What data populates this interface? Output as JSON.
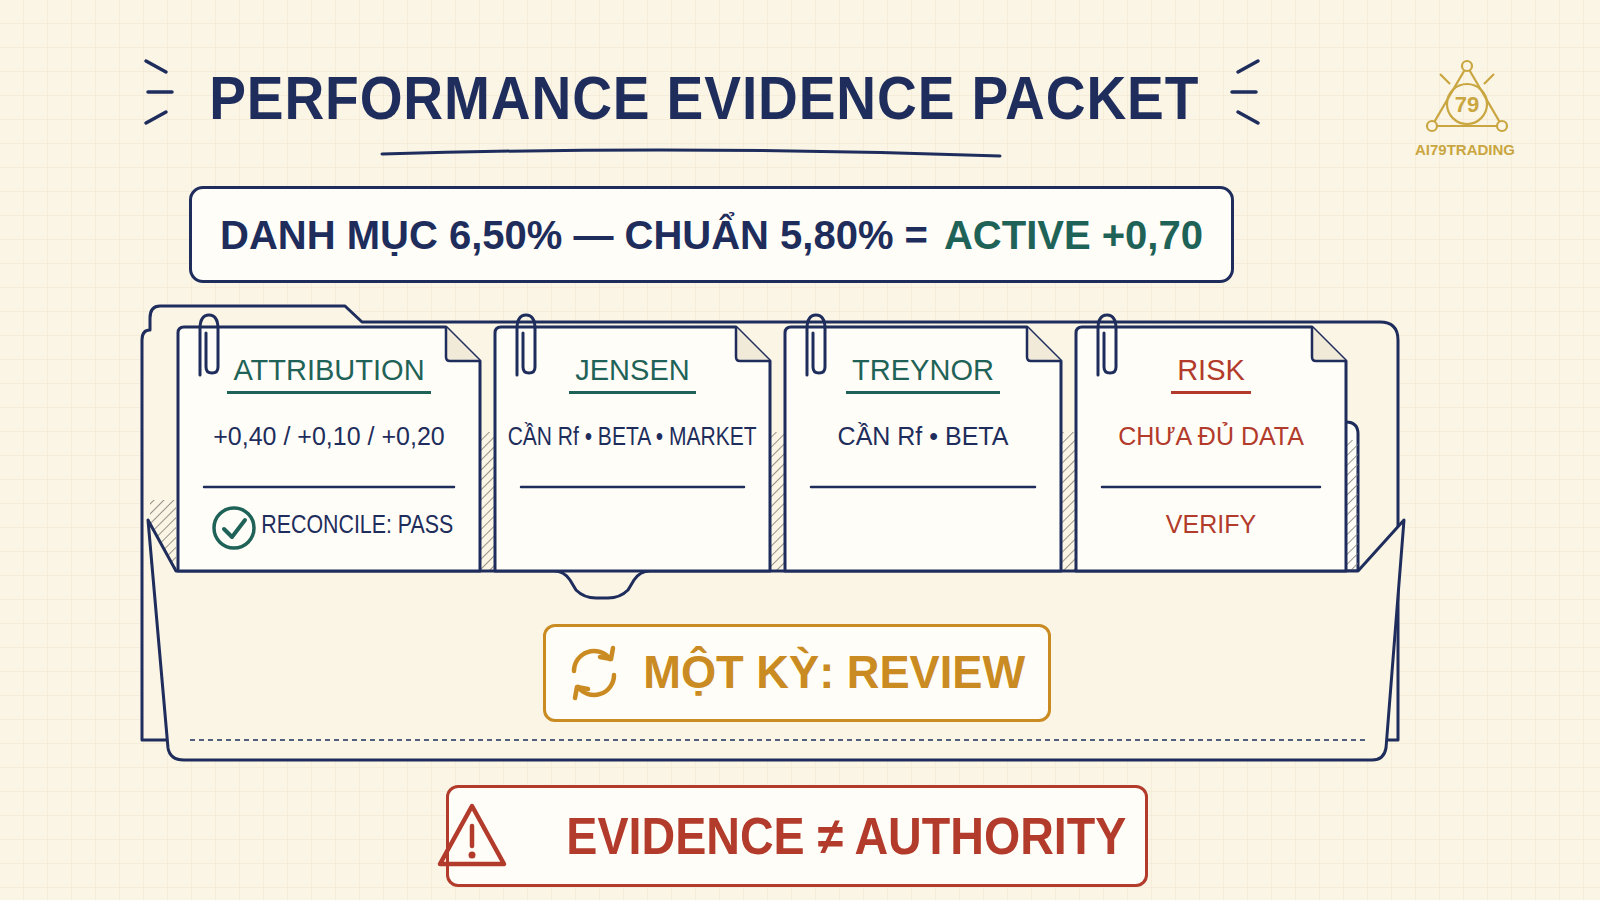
{
  "diagram": {
    "title": "PERFORMANCE EVIDENCE PACKET",
    "nodes": [
      {
        "text": [
          "DANH MỤC 6,50% — CHUẨN 5,80% =",
          "ACTIVE +0,70"
        ]
      },
      {
        "text": [
          "ATTRIBUTION",
          "+0,40 / +0,10 / +0,20",
          "RECONCILE: PASS"
        ]
      },
      {
        "text": [
          "JENSEN",
          "CẦN Rf • BETA • MARKET"
        ]
      },
      {
        "text": [
          "TREYNOR",
          "CẦN Rf • BETA"
        ]
      },
      {
        "text": [
          "RISK",
          "CHƯA ĐỦ DATA",
          "VERIFY"
        ]
      },
      {
        "text": [
          "MỘT KỲ: REVIEW"
        ]
      },
      {
        "text": [
          "EVIDENCE ≠ AUTHORITY"
        ]
      }
    ],
    "labels": [
      "79",
      "AI79TRADING"
    ]
  }
}
